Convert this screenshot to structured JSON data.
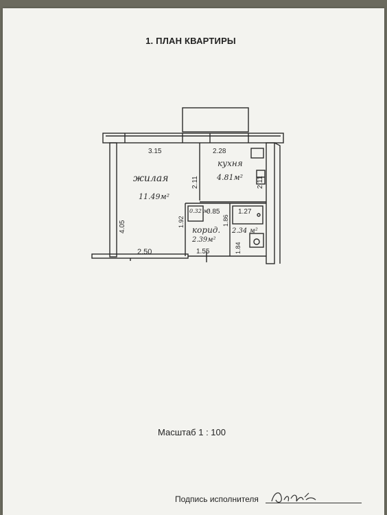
{
  "document": {
    "title": "1. ПЛАН КВАРТИРЫ",
    "scale": "Масштаб 1 : 100",
    "signature_label": "Подпись исполнителя"
  },
  "rooms": {
    "living": {
      "name": "жилая",
      "area": "11.49м²"
    },
    "kitchen": {
      "name": "кухня",
      "area": "4.81м²"
    },
    "corridor": {
      "name": "корид.",
      "area": "2.39м²"
    },
    "bathroom": {
      "area": "2.34 м²"
    },
    "closet": {
      "area": "0.32 м²"
    }
  },
  "dimensions": {
    "living_top": "3.15",
    "living_left": "4.05",
    "living_bottom": "2.50",
    "living_right": "2.11",
    "kitchen_top": "2.28",
    "kitchen_right": "2.11",
    "closet_width": "0.85",
    "bath_width": "1.27",
    "corridor_left": "1.92",
    "corridor_mid": "1.86",
    "corridor_bottom": "1.55",
    "bath_height": "1.84"
  }
}
